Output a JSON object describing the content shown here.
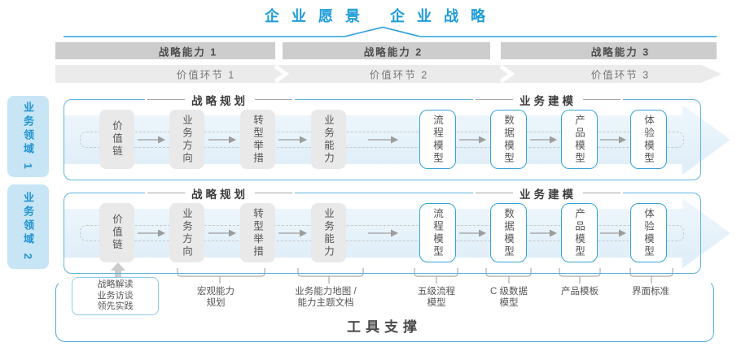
{
  "title": {
    "vision": "企业愿景",
    "strategy": "企业战略"
  },
  "capability_bands": [
    "战略能力 1",
    "战略能力 2",
    "战略能力 3"
  ],
  "value_links": [
    "价值环节 1",
    "价值环节 2",
    "价值环节 3"
  ],
  "domains": [
    "业务领域 1",
    "业务领域 2"
  ],
  "rows": [
    {
      "planning_header": "战略规划",
      "modeling_header": "业务建模",
      "boxes": [
        "价值链",
        "业务方向",
        "转型举措",
        "业务能力",
        "流程模型",
        "数据模型",
        "产品模型",
        "体验模型"
      ]
    },
    {
      "planning_header": "战略规划",
      "modeling_header": "业务建模",
      "boxes": [
        "价值链",
        "业务方向",
        "转型举措",
        "业务能力",
        "流程模型",
        "数据模型",
        "产品模型",
        "体验模型"
      ]
    }
  ],
  "bottom": {
    "practice_box": {
      "line1": "战略解读",
      "line2": "业务访谈",
      "line3": "领先实践"
    },
    "tool_labels": [
      {
        "line1": "宏观能力",
        "line2": "规划"
      },
      {
        "line1": "业务能力地图 /",
        "line2": "能力主题文档"
      },
      {
        "line1": "五级流程",
        "line2": "模型"
      },
      {
        "line1": "C 级数据",
        "line2": "模型"
      },
      {
        "line1": "产品模板",
        "line2": ""
      },
      {
        "line1": "界面标准",
        "line2": ""
      }
    ],
    "tool_support": "工具支撑"
  },
  "colors": {
    "accent_blue": "#2AA0DA",
    "band_light_blue": "#E4F0FA",
    "domain_bg": "#C7E5F5",
    "capability_band_gray": "#CDCDCD",
    "value_band_gray": "#EBEBEB",
    "box_gray": "#E9E9E9",
    "white_box_border": "#35A3DB",
    "text_dark": "#4A4A4A",
    "text_gray": "#555555"
  }
}
